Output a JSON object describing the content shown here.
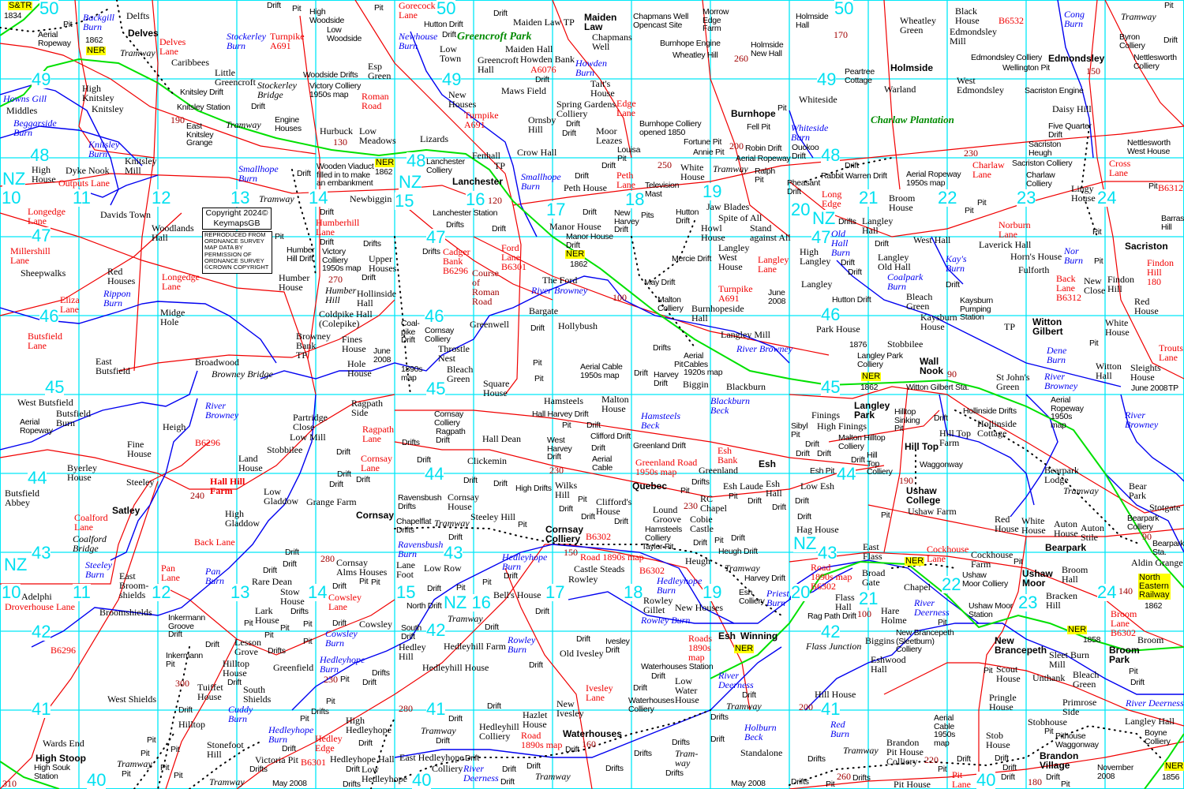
{
  "copyright": {
    "line1": "Copyright 2024©",
    "line2": "KeymapsGB"
  },
  "os_notice": [
    "REPRODUCED FROM",
    "ORDNANCE SURVEY",
    "MAP DATA BY",
    "PERMISSION OF",
    "ORDNANCE SURVEY",
    "©CROWN COPYRIGHT"
  ],
  "colors": {
    "grid": "#00e0f0",
    "road": "#f00000",
    "water": "#0000f0",
    "railway": "#00e000",
    "place_marker": "#ff00ff"
  },
  "labels": [
    "S&TR",
    "1834",
    "50",
    "Aerial\nRopeway",
    "Pit",
    "Backgill\nBurn",
    "Delfts",
    "Delves",
    "Delves\nLane",
    "Caribbees",
    "1862",
    "NER",
    "Tramway",
    "49",
    "High\nKnitsley",
    "Knitsley",
    "Howns Gill",
    "Middles",
    "Beggarside\nBurn",
    "Knitsley Drift",
    "Knitsley Station",
    "190",
    "East\nKnitsley\nGrange",
    "Knitsley\nBurn",
    "Knitsley\nMill",
    "48",
    "High\nHouse",
    "Dyke Nook",
    "Outputs Lane",
    "NZ",
    "10",
    "Little\nGreencroft",
    "Stockerley\nBurn",
    "Turnpike\nA691",
    "Drift",
    "Pit",
    "High\nWoodside",
    "Low\nWoodside",
    "Woodside Drifts",
    "Stockerley\nBridge",
    "Victory Colliery\n1950s map",
    "Roman\nRoad",
    "Drift",
    "Tramway",
    "Engine\nHouses",
    "Hurbuck",
    "130",
    "Low\nMeadows",
    "Esp\nGreen",
    "Pit",
    "Smallhope\nBurn",
    "Drift",
    "Wooden Viaduct\nfilled in to make\nan embankment",
    "NER",
    "1862",
    "Tramway",
    "Newbiggin",
    "11",
    "12",
    "13",
    "14",
    "Davids Town",
    "Woodlands\nHall",
    "Longedge\nLane",
    "47",
    "Millershill\nLane",
    "Sheepwalks",
    "Red\nHouses",
    "Longedge\nLane",
    "Rippon\nBurn",
    "Eliza\nLane",
    "Midge\nHole",
    "46",
    "Butsfield\nLane",
    "East\nButsfield",
    "Broadwood",
    "Browney Bridge",
    "45",
    "Pit",
    "Humber\nHill Drift",
    "Humber\nHouse",
    "Drift",
    "Humberhill\nLane",
    "Drift",
    "Victory\nColliery\n1950s map",
    "Drifts",
    "Upper\nHouses",
    "270",
    "Humber\nHill",
    "Drift",
    "Hollinside\nHall",
    "Coldpike Hall\n(Colepike)",
    "Browney\nBank\nTP",
    "Fines\nHouse",
    "Hole\nHouse",
    "June\n2008",
    "Gorecock\nLane",
    "50",
    "Hutton Drift",
    "Drift",
    "Newhouse\nBurn",
    "Low\nTown",
    "Greencroft Park",
    "Greencroft\nHall",
    "49",
    "New\nHouses",
    "Turnpike\nA691",
    "Lizards",
    "Fenhall",
    "TP",
    "Crow Hall",
    "Lanchester\nColliery",
    "48",
    "NZ",
    "15",
    "Lanchester",
    "16",
    "120",
    "Lanchester Station",
    "Drifts",
    "Drift",
    "47",
    "Drifts",
    "Cadger\nBank\nB6296",
    "Course\nof\nRoman\nRoad",
    "Ford\nLane\nB6301",
    "Smallhope\nBurn",
    "Peth House",
    "Drift",
    "17",
    "Drift",
    "Manor House",
    "NER",
    "1862",
    "The Ford",
    "River Browney",
    "Bargate",
    "Coal-\npike\nDrift",
    "46",
    "Cornsay\nColliery",
    "Throstle\nNest",
    "Greenwell",
    "Drift",
    "Hollybush",
    "Bleach\nGreen",
    "1890s\nmap",
    "45",
    "Square\nHouse",
    "Pit",
    "Pit",
    "Aerial Cable\n1950s map",
    "Drift",
    "Peth\nLane",
    "Television\nMast",
    "18",
    "New\nHarvey\nDrift",
    "Pits",
    "Manor House\nDrift",
    "Hutton\nDrift",
    "Mercie Drift",
    "May Drift",
    "100",
    "Malton\nColliery",
    "Burnhopeside\nHall",
    "Drifts",
    "Drift",
    "Harvey\nDrift",
    "Aerial\nCables\n1920s map",
    "Pit",
    "Biggin",
    "Blackburn",
    "Langley Mill",
    "River Browney",
    "Jaw Blades",
    "Spite of All",
    "Howl\nHouse",
    "Stand\nagainst All",
    "Langley\nWest\nHouse",
    "Langley\nLane",
    "Turnpike\nA691",
    "June\n2008",
    "19",
    "White\nHouse",
    "250",
    "Maiden Law TP",
    "Drift",
    "Maiden Hall",
    "Maiden\nLaw",
    "Chapmans\nWell",
    "Howden Bank",
    "A6076",
    "Howden\nBurn",
    "Drift",
    "Maws Field",
    "Tait's\nHouse",
    "Spring Gardens\nColliery",
    "Drift",
    "Edge\nLane",
    "Ornsby\nHill",
    "Drift",
    "Moor\nLeazes",
    "Louisa\nPit",
    "Chapmans Well\nOpencast Site",
    "Burnhope Engine",
    "Wheatley Hill",
    "Morrow\nEdge\nFarm",
    "260",
    "Burnhope Colliery\nopened 1850",
    "Fortune Pit",
    "Annie Pit",
    "Burnhope",
    "Pit",
    "Fell Pit",
    "200",
    "Robin Drift",
    "Aerial Ropeway",
    "Tramway",
    "Ralph\nPit",
    "Holmside\nHall",
    "170",
    "50",
    "Holmside\nNew Hall",
    "Peartree\nCottage",
    "49",
    "Holmside",
    "Whiteside",
    "Warland",
    "Charlaw Plantation",
    "Whiteside\nBurn",
    "Ouckoo\nDrift",
    "Wheatley\nGreen",
    "Black\nHouse",
    "Edmondsley\nMill",
    "B6532",
    "Edmondsley Colliery",
    "Edmondsley",
    "Wellington Pit",
    "150",
    "West\nEdmondsley",
    "Sacriston Engine",
    "Daisy Hill",
    "Five Quarter\nDrift",
    "Sacriston\nHeugh",
    "Pit",
    "Cong\nBurn",
    "Tramway",
    "Byron\nColliery",
    "Drift",
    "Nettlesworth\nColliery",
    "Nettlesworth\nWest House",
    "Cross\nLane",
    "230",
    "Charlaw\nLane",
    "Sacriston Colliery",
    "Charlaw\nColliery",
    "Lingy\nHouse",
    "Pit",
    "B6312",
    "48",
    "Drift",
    "Rabbit Warren Drift",
    "Pheasant\nDrift",
    "Aerial Ropeway\n1950s map",
    "20",
    "21",
    "22",
    "23",
    "24",
    "Long\nEdge",
    "Broom\nHouse",
    "Pit",
    "Pit",
    "NZ",
    "Drifts",
    "Langley\nHall",
    "47",
    "Old\nHall\nBurn",
    "High\nLangley",
    "Drift",
    "Drift",
    "Langley\nOld Hall",
    "Drift",
    "Coalpark\nBurn",
    "West Hall",
    "Kay's\nBurn",
    "Laverick Hall",
    "Horn's House",
    "Norburn\nLane",
    "Nor\nBurn",
    "Sacriston",
    "Barras\nHill",
    "Pit",
    "Fulforth",
    "Back\nLane\nB6312",
    "New\nClose",
    "Findon\nHill",
    "Findon\nHill\n180",
    "Pit",
    "Langley",
    "Drift",
    "Bleach\nGreen",
    "Kaysburn\nPumping\nStation",
    "Hutton Drift",
    "46",
    "Park House",
    "Kaysburn\nHouse",
    "TP",
    "Witton\nGilbert",
    "Red\nHouse",
    "White\nHouse",
    "Pit",
    "Witton\nHall",
    "Sleights\nHouse",
    "Trouts\nLane",
    "June 2008",
    "TP",
    "1876",
    "Langley Park\nColliery",
    "Stobbilee",
    "Wall\nNook",
    "90",
    "NER",
    "1862",
    "Witton Gilbert Sta.",
    "St John's\nGreen",
    "Dene\nBurn",
    "River\nBrowney",
    "45",
    "West Butsfield",
    "Butsfield\nBurn",
    "Aerial\nRopeway",
    "River\nBrowney",
    "Heigh",
    "Fine\nHouse",
    "B6296",
    "Partridge\nClose",
    "Ragpath\nSide",
    "Ragpath\nLane",
    "Low Mill",
    "Stobbilee",
    "Land\nHouse",
    "Drift",
    "Cornsay\nLane",
    "Byerley\nHouse",
    "44",
    "Butsfield\nAbbey",
    "Steeley",
    "Hall Hill\nFarm",
    "240",
    "Drift",
    "Drift",
    "Drift",
    "Low\nGladdow",
    "Grange Farm",
    "Satley",
    "Cornsay",
    "Coalford\nLane",
    "High\nGladdow",
    "Coalford\nBridge",
    "Back Lane",
    "Drift",
    "43",
    "NZ",
    "Steeley\nBurn",
    "Droverhouse Lane",
    "East\nBroom-\nshields",
    "Pan\nLane",
    "Pan\nBurn",
    "Drift",
    "280",
    "Cornsay\nAlms Houses",
    "Rare Dean",
    "Drift",
    "Drift",
    "Pit",
    "Pit",
    "10",
    "11",
    "12",
    "13",
    "14",
    "Stow\nHouse",
    "Cowsley\nLane",
    "Adelphi",
    "Broomshields",
    "Lark\nHouse",
    "Drifts",
    "Inkermann\nGroove\nDrift",
    "Pit",
    "Pit",
    "Pit",
    "Drift",
    "Cowsley",
    "Cowsley\nBurn",
    "42",
    "B6296",
    "Drift",
    "Pit",
    "Pit",
    "Lesson\nGrove",
    "Drifts",
    "Inkermann\nPit",
    "Hilltop\nHouse",
    "Greenfield",
    "Hedleyhope\nBurn",
    "230",
    "Drift",
    "Drifts",
    "Pit",
    "Drift",
    "300",
    "Tuiffet\nHouse",
    "South\nShields",
    "West Shields",
    "Pit",
    "Drift",
    "Cuddy\nBurn",
    "Drifts",
    "41",
    "Hilltop",
    "Pit",
    "Hedleyhope\nBurn",
    "High\nHedleyhope",
    "Drift",
    "Hedley\nEdge",
    "Drift",
    "Pit",
    "Pit",
    "Pit",
    "Stonefoot\nHill",
    "Wards End",
    "Victoria Pit",
    "Hedleyhope Hall",
    "High Stoop",
    "Tramway",
    "High Souk\nStation",
    "Drifts",
    "B6301",
    "Drift",
    "Low\nHedleyhope",
    "Pit",
    "Pit",
    "Pit",
    "Tramway",
    "May 2008",
    "Drifts",
    "310",
    "40",
    "Cornsay\nColliery",
    "Ragpath\nDrift",
    "Drifts",
    "Drift",
    "Hall Dean",
    "Clickemin",
    "Hamsteels",
    "Hall Harvey Drift",
    "Malton\nHouse",
    "Pit",
    "Drift",
    "Clifford Drift",
    "West\nHarvey\nDrift",
    "Drift",
    "Aerial\nCable",
    "230",
    "Hamsteels\nBeck",
    "Greenland Drift",
    "Blackburn\nBeck",
    "Greenland Road\n1950s map",
    "Greenland",
    "Esh\nBank",
    "Esh",
    "44",
    "Drift",
    "Drift",
    "High Drifts",
    "Wilks\nHill",
    "Quebec",
    "Drifts",
    "Esh Laude",
    "Esh\nHall",
    "Ravensbush\nDrifts",
    "Cornsay\nHouse",
    "Pit",
    "Clifford's\nHouse",
    "Pit",
    "Pit",
    "RC\nChapel",
    "Drift",
    "Drift",
    "Drift",
    "Drift",
    "Lound\nGroove",
    "230",
    "Cobie\nCastle",
    "Drift",
    "Steeley Hill",
    "Chapelflat\nDrifts",
    "Tramway",
    "Pit",
    "Hamsteels\nColliery",
    "Cornsay\nColliery",
    "B6302",
    "Drift",
    "Drift",
    "Ravensbush\nBurn",
    "Taylor Pit",
    "Drift",
    "Pit",
    "150",
    "43",
    "Heugh Drift",
    "Road 1890s map",
    "Hedleyhope\nBurn",
    "Lane\nFoot",
    "Low Row",
    "Drift",
    "Heugh",
    "Castle Steads",
    "B6302",
    "Hedleyhope\nBurn",
    "Tramway",
    "Rowley",
    "Harvey Drift",
    "Drift",
    "Pit",
    "Pit",
    "Bell's House",
    "15",
    "17",
    "18",
    "19",
    "NZ 16",
    "Rowley\nGillet",
    "Esh\nColliery",
    "Priest\nBurn",
    "North Drift",
    "New Houses",
    "Drift",
    "Tramway",
    "Rowley Burn",
    "South\nDrift",
    "42",
    "Drift",
    "Rowley\nBurn",
    "Hedley\nHill",
    "Hedleyhill Farm",
    "Drift",
    "Ivesley\nDrift",
    "Old Ivesley",
    "Roads\n1890s\nmap",
    "Esh",
    "Winning",
    "NER",
    "Drift",
    "Hedleyhill House",
    "Waterhouses Station",
    "Drift",
    "Drift",
    "Low\nWater\nHouse",
    "River\nDeerness",
    "Drift",
    "Tramway",
    "Ivesley\nLane",
    "Waterhouses\nColliery",
    "280",
    "Drift",
    "New\nIvesley",
    "41",
    "Drift",
    "Tramway",
    "Hazlet\nHouse",
    "Road\n1890s map",
    "Hedleyhill\nColliery",
    "Waterhouses",
    "Drifts",
    "Holburn\nBeck",
    "Drift",
    "160",
    "Drift",
    "Drifts",
    "Tram-\nway",
    "Drift",
    "Drifts",
    "Standalone",
    "East Hedleyhope",
    "Colliery",
    "River\nDeerness",
    "Drift",
    "Drift",
    "Drift",
    "Drifts",
    "Drifts",
    "Tramway",
    "Drift",
    "40",
    "May 2008",
    "Langley\nPark",
    "Finings",
    "Hilltop\nSinking\nPit",
    "Drift",
    "Hollinside Drifts",
    "Aerial\nRopeway\n1950s\nmap",
    "River\nBrowney",
    "Sibyl\nPit",
    "High Finings",
    "Hollinside\nCottage",
    "Malton Hilltop\nColliery",
    "Hill Top\nFarm",
    "Drift",
    "Hill Top",
    "Drift",
    "Drift",
    "Hill\nTop\nColliery",
    "Drift",
    "Waggonway",
    "Esh Pit",
    "44",
    "Bearpark\nLodge",
    "Low Esh",
    "190",
    "Ushaw\nCollege",
    "Tramway",
    "Bear\nPark",
    "Drift",
    "Ushaw Farm",
    "Drift",
    "Pit",
    "Stotgate",
    "Hag House",
    "Red\nHouse",
    "White\nHouse",
    "Auton\nHouse",
    "Auton\nStile",
    "Bearpark\nColliery",
    "90",
    "Bearpark\nSta.",
    "NZ",
    "Bearpark",
    "East\nFlass",
    "Cockhouse\nLane",
    "Cockhouse\nFarm",
    "Pit",
    "43",
    "Road\n1890s map\nB6302",
    "Aldin Grange",
    "NER",
    "Broad\nGate",
    "Ushaw\nMoor Colliery",
    "Ushaw\nMoor",
    "Broom\nHall",
    "North\nEastern\nRailway",
    "Chapel",
    "Flass\nHall",
    "20",
    "21",
    "22",
    "Bracken\nHill",
    "24",
    "140",
    "1862",
    "23",
    "100",
    "River\nDeerness",
    "Hare\nHolme",
    "Ushaw Moor\nStation",
    "Rag Path Drift",
    "Broom\nLane\nB6302",
    "Flass Junction",
    "Pit",
    "42",
    "New Brancepeth\n(Sleetburn)\nColliery",
    "NER",
    "1858",
    "Biggins",
    "New\nBrancepeth",
    "Broom",
    "Broom\nPark",
    "Eshwood\nHall",
    "Sleet Burn\nMill",
    "Pit",
    "Pit",
    "Scout\nHouse",
    "Bleach\nGreen",
    "Unthank",
    "Drift",
    "Pringle\nHouse",
    "Primrose\nSide",
    "River Deerness",
    "200",
    "Hill House",
    "41",
    "Aerial\nCable\n1950s\nmap",
    "Stobhouse",
    "Langley Hall",
    "Pit",
    "Red\nBurn",
    "Pithouse\nWaggonway",
    "Boyne\nColliery",
    "Stob\nHouse",
    "Brandon\nPit House\nColliery",
    "Tramway",
    "Drift",
    "Brandon\nVillage",
    "Drifts",
    "Drift",
    "220",
    "Pit",
    "Drift",
    "November\n2008",
    "NER",
    "1856",
    "260",
    "Drifts",
    "Drift",
    "180",
    "Drift",
    "Drifts",
    "Pit",
    "Pit",
    "Pit House",
    "Pit\nLane",
    "40"
  ]
}
